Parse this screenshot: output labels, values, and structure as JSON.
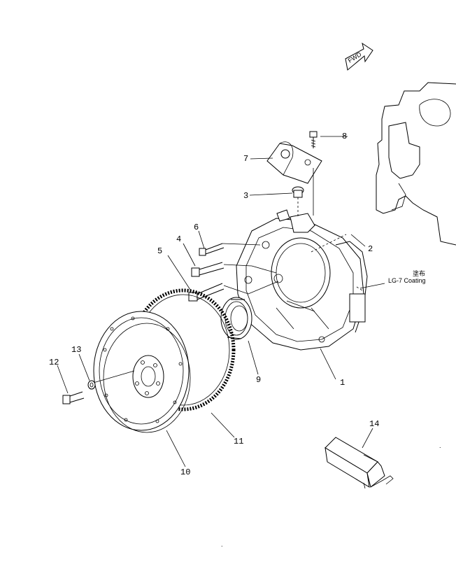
{
  "fwd_label": "FWD",
  "coating_note": {
    "kanji": "塗布",
    "text": "LG-7 Coating"
  },
  "callouts": {
    "c1": "1",
    "c2": "2",
    "c3": "3",
    "c4": "4",
    "c5": "5",
    "c6": "6",
    "c7": "7",
    "c8": "8",
    "c9": "9",
    "c10": "10",
    "c11": "11",
    "c12": "12",
    "c13": "13",
    "c14": "14"
  }
}
